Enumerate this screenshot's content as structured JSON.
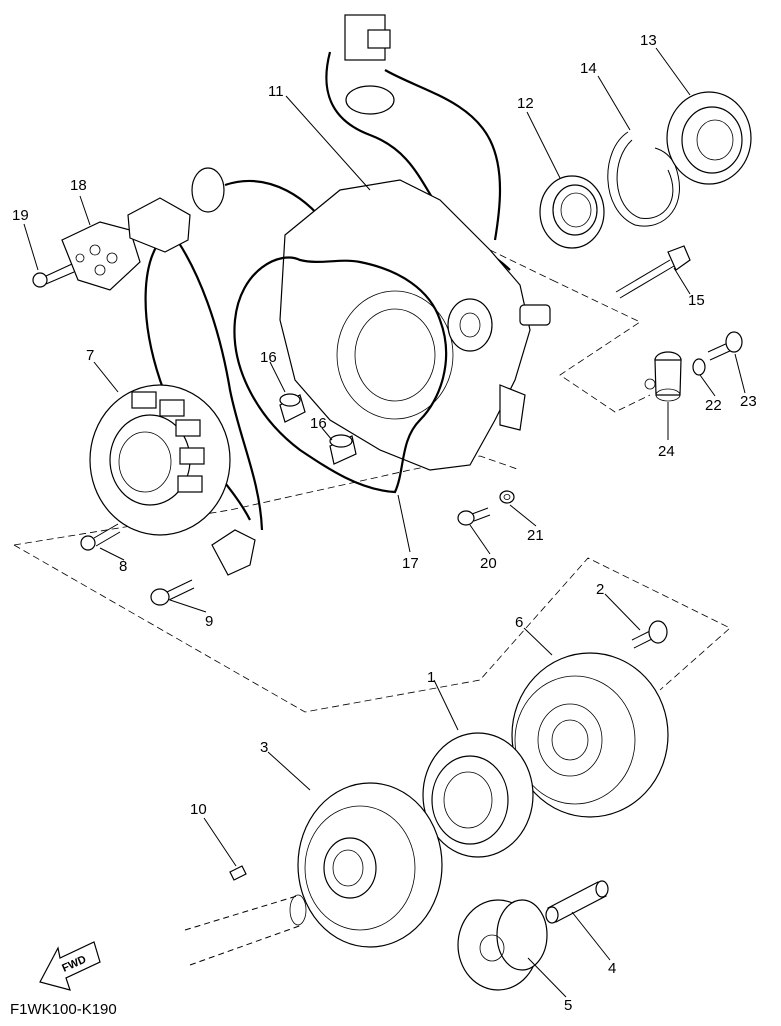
{
  "diagram": {
    "reference_code": "F1WK100-K190",
    "direction_label": "FWD",
    "callouts": {
      "c1": "1",
      "c2": "2",
      "c3": "3",
      "c4": "4",
      "c5": "5",
      "c6": "6",
      "c7": "7",
      "c8": "8",
      "c9": "9",
      "c10": "10",
      "c11": "11",
      "c12": "12",
      "c13": "13",
      "c14": "14",
      "c15": "15",
      "c16a": "16",
      "c16b": "16",
      "c17": "17",
      "c18": "18",
      "c19": "19",
      "c20": "20",
      "c21": "21",
      "c22": "22",
      "c23": "23",
      "c24": "24"
    }
  }
}
